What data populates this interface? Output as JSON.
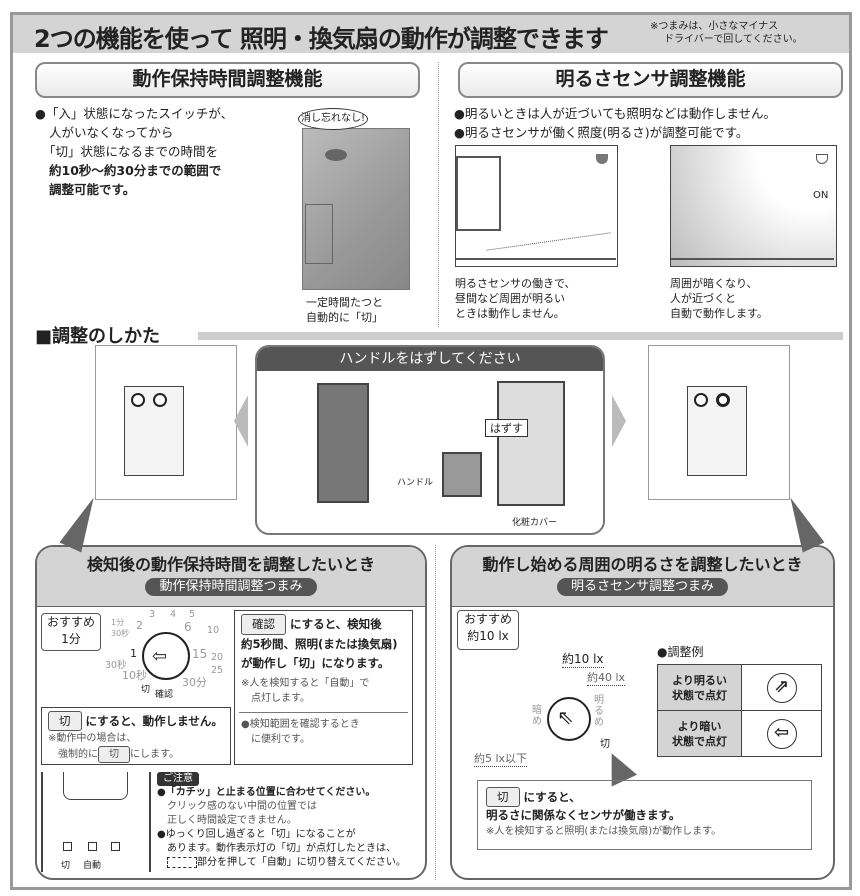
{
  "header": {
    "title": "2つの機能を使って 照明・換気扇の動作が調整できます",
    "note": [
      "※つまみは、小さなマイナス",
      "ドライバーで回してください。"
    ]
  },
  "left_feature": {
    "title": "動作保持時間調整機能",
    "lines": [
      "●「入」状態になったスイッチが、",
      "人がいなくなってから",
      "「切」状態になるまでの時間を"
    ],
    "bold_lines": [
      "約10秒〜約30分までの範囲で",
      "調整可能です。"
    ],
    "bubble": "消し忘れなし!",
    "caption": [
      "一定時間たつと",
      "自動的に「切」"
    ]
  },
  "right_feature": {
    "title": "明るさセンサ調整機能",
    "lines": [
      "●明るいときは人が近づいても照明などは動作しません。",
      "●明るさセンサが働く照度(明るさ)が調整可能です。"
    ],
    "on_label": "ON",
    "caption_left": [
      "明るさセンサの働きで、",
      "昼間など周囲が明るい",
      "ときは動作しません。"
    ],
    "caption_right": [
      "周囲が暗くなり、",
      "人が近づくと",
      "自動で動作します。"
    ]
  },
  "howto": {
    "title": "■調整のしかた",
    "center_title": "ハンドルをはずしてください",
    "remove": "はずす",
    "handle": "ハンドル",
    "cover": "化粧カバー"
  },
  "time_box": {
    "title": "検知後の動作保持時間を調整したいとき",
    "tag": "動作保持時間調整つまみ",
    "recommend": [
      "おすすめ",
      "1分"
    ],
    "dial_labels": [
      "3",
      "4",
      "5",
      "6",
      "10",
      "15",
      "20",
      "25",
      "30分",
      "確認",
      "切",
      "10秒",
      "30秒",
      "1",
      "1分30秒",
      "2"
    ],
    "confirm_key": "確認",
    "confirm_text": "にすると、検知後",
    "confirm_bold": [
      "約5秒間、照明(または換気扇)",
      "が動作し「切」になります。"
    ],
    "confirm_note": [
      "※人を検知すると「自動」で",
      "点灯します。"
    ],
    "confirm_note2": [
      "●検知範囲を確認するとき",
      "に便利です。"
    ],
    "off_key": "切",
    "off_text": "にすると、動作しません。",
    "off_note1": "※動作中の場合は、",
    "off_note2a": "強制的に",
    "off_note2b": "にします。",
    "caution_tag": "ご注意",
    "caution": [
      "●「カチッ」と止まる位置に合わせてください。",
      "クリック感のない中間の位置では",
      "正しく時間設定できません。",
      "●ゆっくり回し過ぎると「切」になることが",
      "あります。動作表示灯の「切」が点灯したときは、",
      "部分を押して「自動」に切り替えてください。"
    ],
    "btn_labels": [
      "切",
      "自動"
    ]
  },
  "bright_box": {
    "title": "動作し始める周囲の明るさを調整したいとき",
    "tag": "明るさセンサ調整つまみ",
    "recommend": [
      "おすすめ",
      "約10 lx"
    ],
    "lx10": "約10 lx",
    "lx40": "約40 lx",
    "lx5": "約5 lx以下",
    "dark": "暗め",
    "bright": "明るめ",
    "off": "切",
    "example_title": "●調整例",
    "examples": [
      {
        "label": [
          "より明るい",
          "状態で点灯"
        ]
      },
      {
        "label": [
          "より暗い",
          "状態で点灯"
        ]
      }
    ],
    "off_key": "切",
    "off_text": "にすると、",
    "off_bold": "明るさに関係なくセンサが働きます。",
    "off_note": "※人を検知すると照明(または換気扇)が動作します。"
  }
}
